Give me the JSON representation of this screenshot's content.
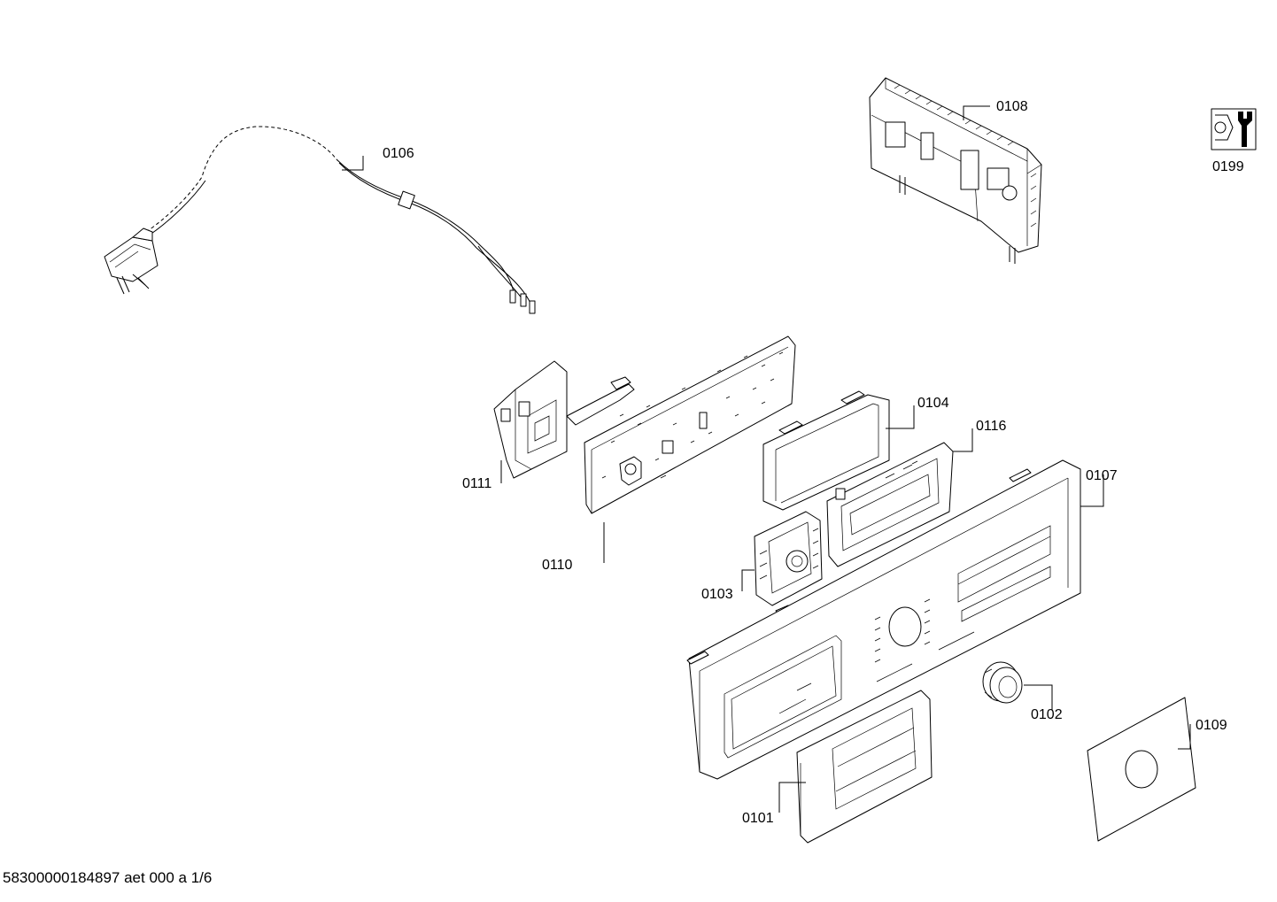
{
  "callouts": {
    "p0101": "0101",
    "p0102": "0102",
    "p0103": "0103",
    "p0104": "0104",
    "p0106": "0106",
    "p0107": "0107",
    "p0108": "0108",
    "p0109": "0109",
    "p0110": "0110",
    "p0111": "0111",
    "p0116": "0116",
    "p0199": "0199"
  },
  "footer": {
    "document_id": "58300000184897 aet 000 a 1/6"
  },
  "icons": {
    "service": "wrench-nut-icon"
  }
}
